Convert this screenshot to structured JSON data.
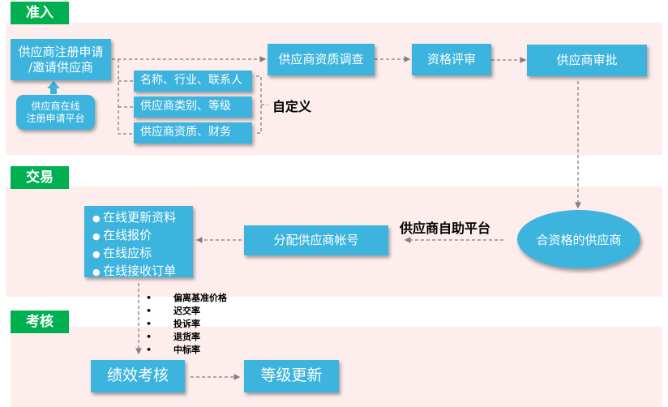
{
  "sections": {
    "admission": "准入",
    "trade": "交易",
    "assessment": "考核"
  },
  "admission": {
    "register": "供应商注册申请\n/邀请供应商",
    "online_platform": "供应商在线\n注册申请平台",
    "fields": [
      "名称、行业、联系人",
      "供应商类别、等级",
      "供应商资质、财务"
    ],
    "custom_label": "自定义",
    "investigation": "供应商资质调查",
    "review": "资格评审",
    "approval": "供应商审批"
  },
  "trade": {
    "qualified": "合资格的供应商",
    "self_service_label": "供应商自助平台",
    "assign_account": "分配供应商帐号",
    "online_functions": [
      "在线更新资料",
      "在线报价",
      "在线应标",
      "在线接收订单"
    ]
  },
  "assessment": {
    "kpis": [
      "偏离基准价格",
      "迟交率",
      "投诉率",
      "退货率",
      "中标率"
    ],
    "performance": "绩效考核",
    "grade_update": "等级更新"
  },
  "colors": {
    "tag_green": "#00b050",
    "box_blue": "#3cb4de",
    "band_pink": "#fdeded",
    "connector_gray": "#808080"
  }
}
